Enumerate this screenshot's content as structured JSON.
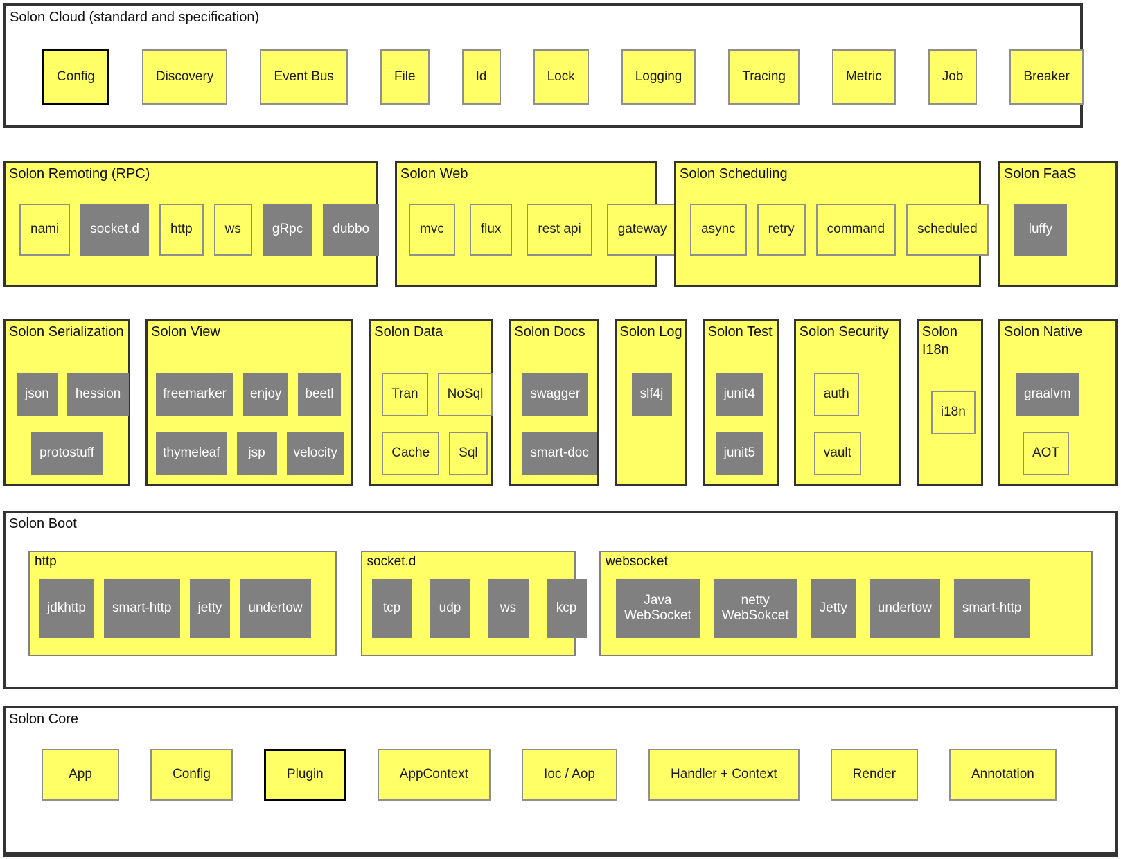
{
  "colors": {
    "yellow": "#FFFF66",
    "gray": "#808080",
    "panel_border": "#333333",
    "item_border": "#8F8F8F",
    "text_dark": "#1B1B1B",
    "text_light": "#FFFFFF"
  },
  "sections": {
    "cloud": {
      "title": "Solon Cloud (standard and specification)",
      "item_rows": [
        [
          {
            "label": "Config",
            "variant": "yellow-bold"
          },
          {
            "label": "Discovery",
            "variant": "yellow"
          },
          {
            "label": "Event Bus",
            "variant": "yellow"
          },
          {
            "label": "File",
            "variant": "yellow"
          },
          {
            "label": "Id",
            "variant": "yellow"
          },
          {
            "label": "Lock",
            "variant": "yellow"
          },
          {
            "label": "Logging",
            "variant": "yellow"
          },
          {
            "label": "Tracing",
            "variant": "yellow"
          },
          {
            "label": "Metric",
            "variant": "yellow"
          },
          {
            "label": "Job",
            "variant": "yellow"
          },
          {
            "label": "Breaker",
            "variant": "yellow"
          }
        ]
      ]
    },
    "remoting": {
      "title": "Solon Remoting (RPC)",
      "item_rows": [
        [
          {
            "label": "nami",
            "variant": "yellow"
          },
          {
            "label": "socket.d",
            "variant": "gray"
          },
          {
            "label": "http",
            "variant": "yellow"
          },
          {
            "label": "ws",
            "variant": "yellow"
          },
          {
            "label": "gRpc",
            "variant": "gray"
          },
          {
            "label": "dubbo",
            "variant": "gray"
          }
        ]
      ]
    },
    "web": {
      "title": "Solon Web",
      "item_rows": [
        [
          {
            "label": "mvc",
            "variant": "yellow"
          },
          {
            "label": "flux",
            "variant": "yellow"
          },
          {
            "label": "rest api",
            "variant": "yellow"
          },
          {
            "label": "gateway",
            "variant": "yellow"
          }
        ]
      ]
    },
    "scheduling": {
      "title": "Solon Scheduling",
      "item_rows": [
        [
          {
            "label": "async",
            "variant": "yellow"
          },
          {
            "label": "retry",
            "variant": "yellow"
          },
          {
            "label": "command",
            "variant": "yellow"
          },
          {
            "label": "scheduled",
            "variant": "yellow"
          }
        ]
      ]
    },
    "faas": {
      "title": "Solon FaaS",
      "item_rows": [
        [
          {
            "label": "luffy",
            "variant": "gray"
          }
        ]
      ]
    },
    "serialization": {
      "title": "Solon Serialization",
      "item_rows": [
        [
          {
            "label": "json",
            "variant": "gray"
          },
          {
            "label": "hession",
            "variant": "gray"
          }
        ],
        [
          {
            "label": "protostuff",
            "variant": "gray"
          }
        ]
      ]
    },
    "view": {
      "title": "Solon View",
      "item_rows": [
        [
          {
            "label": "freemarker",
            "variant": "gray"
          },
          {
            "label": "enjoy",
            "variant": "gray"
          },
          {
            "label": "beetl",
            "variant": "gray"
          }
        ],
        [
          {
            "label": "thymeleaf",
            "variant": "gray"
          },
          {
            "label": "jsp",
            "variant": "gray"
          },
          {
            "label": "velocity",
            "variant": "gray"
          }
        ]
      ]
    },
    "data": {
      "title": "Solon Data",
      "item_rows": [
        [
          {
            "label": "Tran",
            "variant": "yellow"
          },
          {
            "label": "NoSql",
            "variant": "yellow"
          }
        ],
        [
          {
            "label": "Cache",
            "variant": "yellow"
          },
          {
            "label": "Sql",
            "variant": "yellow"
          }
        ]
      ]
    },
    "docs": {
      "title": "Solon Docs",
      "item_rows": [
        [
          {
            "label": "swagger",
            "variant": "gray"
          }
        ],
        [
          {
            "label": "smart-doc",
            "variant": "gray"
          }
        ]
      ]
    },
    "log": {
      "title": "Solon Log",
      "item_rows": [
        [
          {
            "label": "slf4j",
            "variant": "gray"
          }
        ]
      ]
    },
    "test": {
      "title": "Solon Test",
      "item_rows": [
        [
          {
            "label": "junit4",
            "variant": "gray"
          }
        ],
        [
          {
            "label": "junit5",
            "variant": "gray"
          }
        ]
      ]
    },
    "security": {
      "title": "Solon Security",
      "item_rows": [
        [
          {
            "label": "auth",
            "variant": "yellow"
          }
        ],
        [
          {
            "label": "vault",
            "variant": "yellow"
          }
        ]
      ]
    },
    "i18n": {
      "title": "Solon I18n",
      "item_rows": [
        [
          {
            "label": "i18n",
            "variant": "yellow"
          }
        ]
      ]
    },
    "native": {
      "title": "Solon Native",
      "item_rows": [
        [
          {
            "label": "graalvm",
            "variant": "gray"
          }
        ],
        [
          {
            "label": "AOT",
            "variant": "yellow"
          }
        ]
      ]
    },
    "boot": {
      "title": "Solon Boot",
      "subsections": [
        {
          "id": "http",
          "title": "http",
          "item_rows": [
            [
              {
                "label": "jdkhttp",
                "variant": "gray"
              },
              {
                "label": "smart-http",
                "variant": "gray"
              },
              {
                "label": "jetty",
                "variant": "gray"
              },
              {
                "label": "undertow",
                "variant": "gray"
              }
            ]
          ]
        },
        {
          "id": "socketd",
          "title": "socket.d",
          "item_rows": [
            [
              {
                "label": "tcp",
                "variant": "gray"
              },
              {
                "label": "udp",
                "variant": "gray"
              },
              {
                "label": "ws",
                "variant": "gray"
              },
              {
                "label": "kcp",
                "variant": "gray"
              }
            ]
          ]
        },
        {
          "id": "websocket",
          "title": "websocket",
          "item_rows": [
            [
              {
                "label": "Java\nWebSocket",
                "variant": "gray"
              },
              {
                "label": "netty\nWebSokcet",
                "variant": "gray"
              },
              {
                "label": "Jetty",
                "variant": "gray"
              },
              {
                "label": "undertow",
                "variant": "gray"
              },
              {
                "label": "smart-http",
                "variant": "gray"
              }
            ]
          ]
        }
      ]
    },
    "core": {
      "title": "Solon Core",
      "item_rows": [
        [
          {
            "label": "App",
            "variant": "yellow"
          },
          {
            "label": "Config",
            "variant": "yellow"
          },
          {
            "label": "Plugin",
            "variant": "yellow-bold"
          },
          {
            "label": "AppContext",
            "variant": "yellow"
          },
          {
            "label": "Ioc / Aop",
            "variant": "yellow"
          },
          {
            "label": "Handler + Context",
            "variant": "yellow"
          },
          {
            "label": "Render",
            "variant": "yellow"
          },
          {
            "label": "Annotation",
            "variant": "yellow"
          }
        ]
      ]
    }
  },
  "row_order": [
    [
      "cloud"
    ],
    [
      "remoting",
      "web",
      "scheduling",
      "faas"
    ],
    [
      "serialization",
      "view",
      "data",
      "docs",
      "log",
      "test",
      "security",
      "i18n",
      "native"
    ],
    [
      "boot"
    ],
    [
      "core"
    ]
  ],
  "panel_backgrounds": {
    "cloud": "white",
    "boot": "white",
    "core": "white",
    "remoting": "yellow",
    "web": "yellow",
    "scheduling": "yellow",
    "faas": "yellow",
    "serialization": "yellow",
    "view": "yellow",
    "data": "yellow",
    "docs": "yellow",
    "log": "yellow",
    "test": "yellow",
    "security": "yellow",
    "i18n": "yellow",
    "native": "yellow"
  }
}
